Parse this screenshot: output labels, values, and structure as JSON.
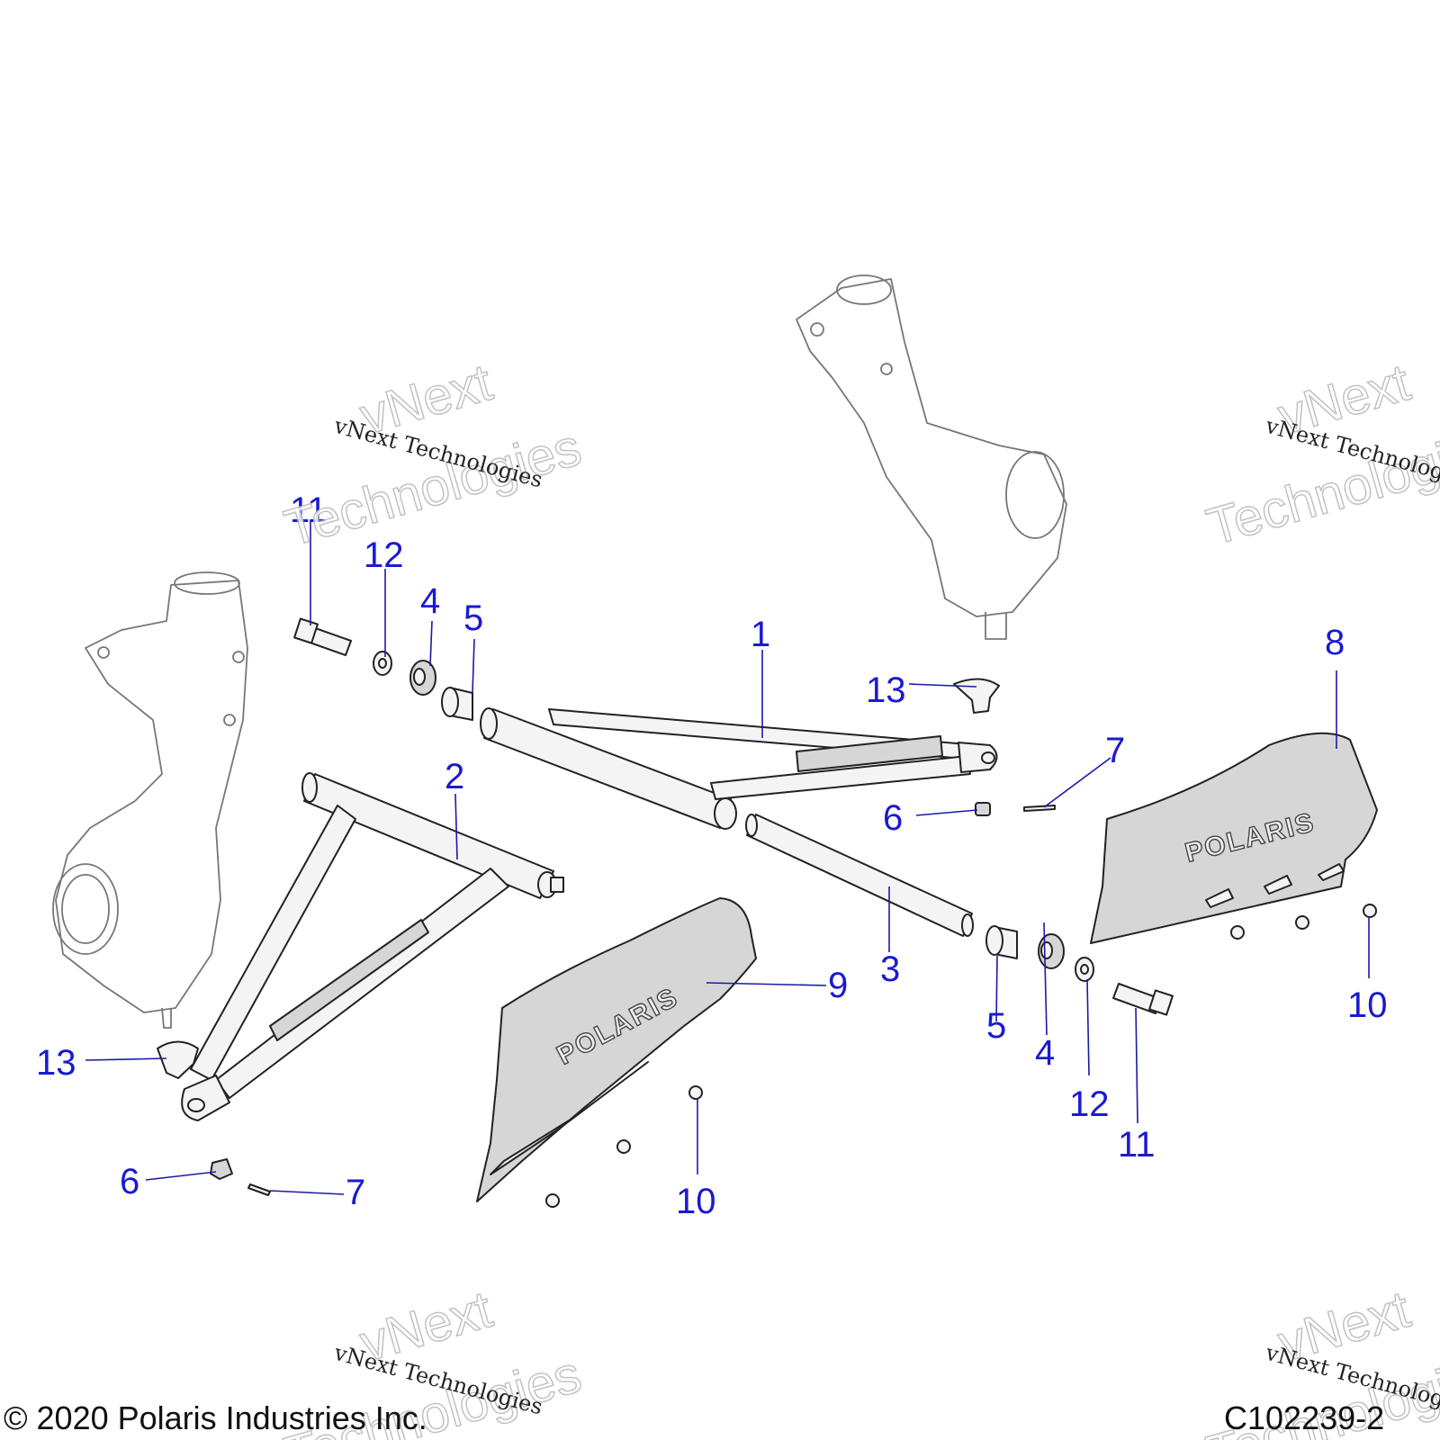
{
  "callouts": {
    "c1": "1",
    "c2": "2",
    "c3": "3",
    "c4a": "4",
    "c4b": "4",
    "c5a": "5",
    "c5b": "5",
    "c6a": "6",
    "c6b": "6",
    "c7a": "7",
    "c7b": "7",
    "c8": "8",
    "c9": "9",
    "c10a": "10",
    "c10b": "10",
    "c11a": "11",
    "c11b": "11",
    "c12a": "12",
    "c12b": "12",
    "c13a": "13",
    "c13b": "13"
  },
  "guard_logo": "POLARIS",
  "watermark": {
    "small": "vNext Technologies",
    "big_line1": "vNext",
    "big_line2": "Technologies"
  },
  "footer": {
    "copyright": "© 2020 Polaris Industries Inc.",
    "diagram_id": "C102239-2"
  },
  "colors": {
    "callout": "#1a1ad2",
    "line": "#222222",
    "guard_fill": "#d6d6d6"
  }
}
